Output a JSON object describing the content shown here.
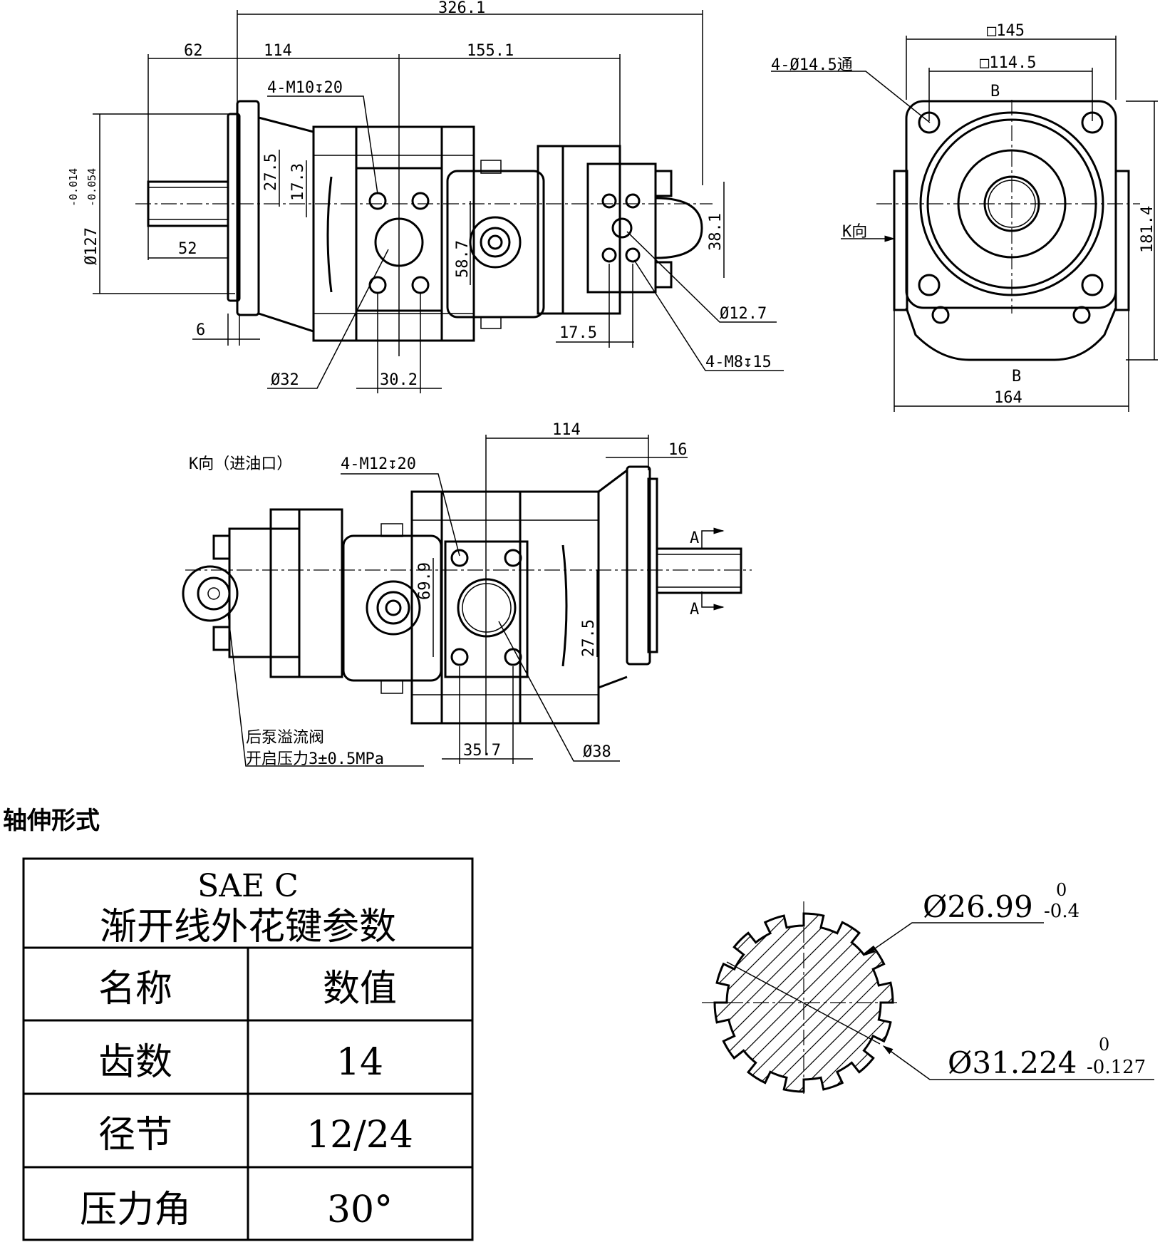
{
  "section_title": "轴伸形式",
  "top_view": {
    "dims": {
      "overall": "326.1",
      "d62": "62",
      "d114": "114",
      "d155": "155.1",
      "flange_dia": "Ø127",
      "flange_tol_upper": "-0.014",
      "flange_tol_lower": "-0.054",
      "shaft_len": "52",
      "pilot": "6",
      "d27_5": "27.5",
      "d17_3": "17.3",
      "d58_7": "58.7",
      "d30_2": "30.2",
      "d17_5": "17.5",
      "d38_1": "38.1",
      "port_dia": "Ø32",
      "small_port": "Ø12.7"
    },
    "callouts": {
      "front_thread": "4-M10↧20",
      "rear_thread": "4-M8↧15"
    }
  },
  "end_view": {
    "dims": {
      "sq145": "□145",
      "sq114": "□114.5",
      "holes": "4-Ø14.5通",
      "height": "181.4",
      "width": "164",
      "section_top": "B",
      "section_bottom": "B",
      "k_dir": "K向"
    }
  },
  "side_view": {
    "dims": {
      "d114": "114",
      "d16": "16",
      "d69_9": "69.9",
      "d27_5": "27.5",
      "d35_7": "35.7",
      "port": "Ø38",
      "a_top": "A",
      "a_bottom": "A"
    },
    "callouts": {
      "k_inlet": "K向（进油口）",
      "thread": "4-M12↧20",
      "valve_line1": "后泵溢流阀",
      "valve_line2": "开启压力3±0.5MPa"
    }
  },
  "spline_table": {
    "title_line1": "SAE  C",
    "title_line2": "渐开线外花键参数",
    "headers": [
      "名称",
      "数值"
    ],
    "rows": [
      {
        "name": "齿数",
        "value": "14"
      },
      {
        "name": "径节",
        "value": "12/24"
      },
      {
        "name": "压力角",
        "value": "30°"
      }
    ]
  },
  "spline_section": {
    "minor_dia": "Ø26.99",
    "minor_upper": "0",
    "minor_lower": "-0.4",
    "major_dia": "Ø31.224",
    "major_upper": "0",
    "major_lower": "-0.127"
  }
}
